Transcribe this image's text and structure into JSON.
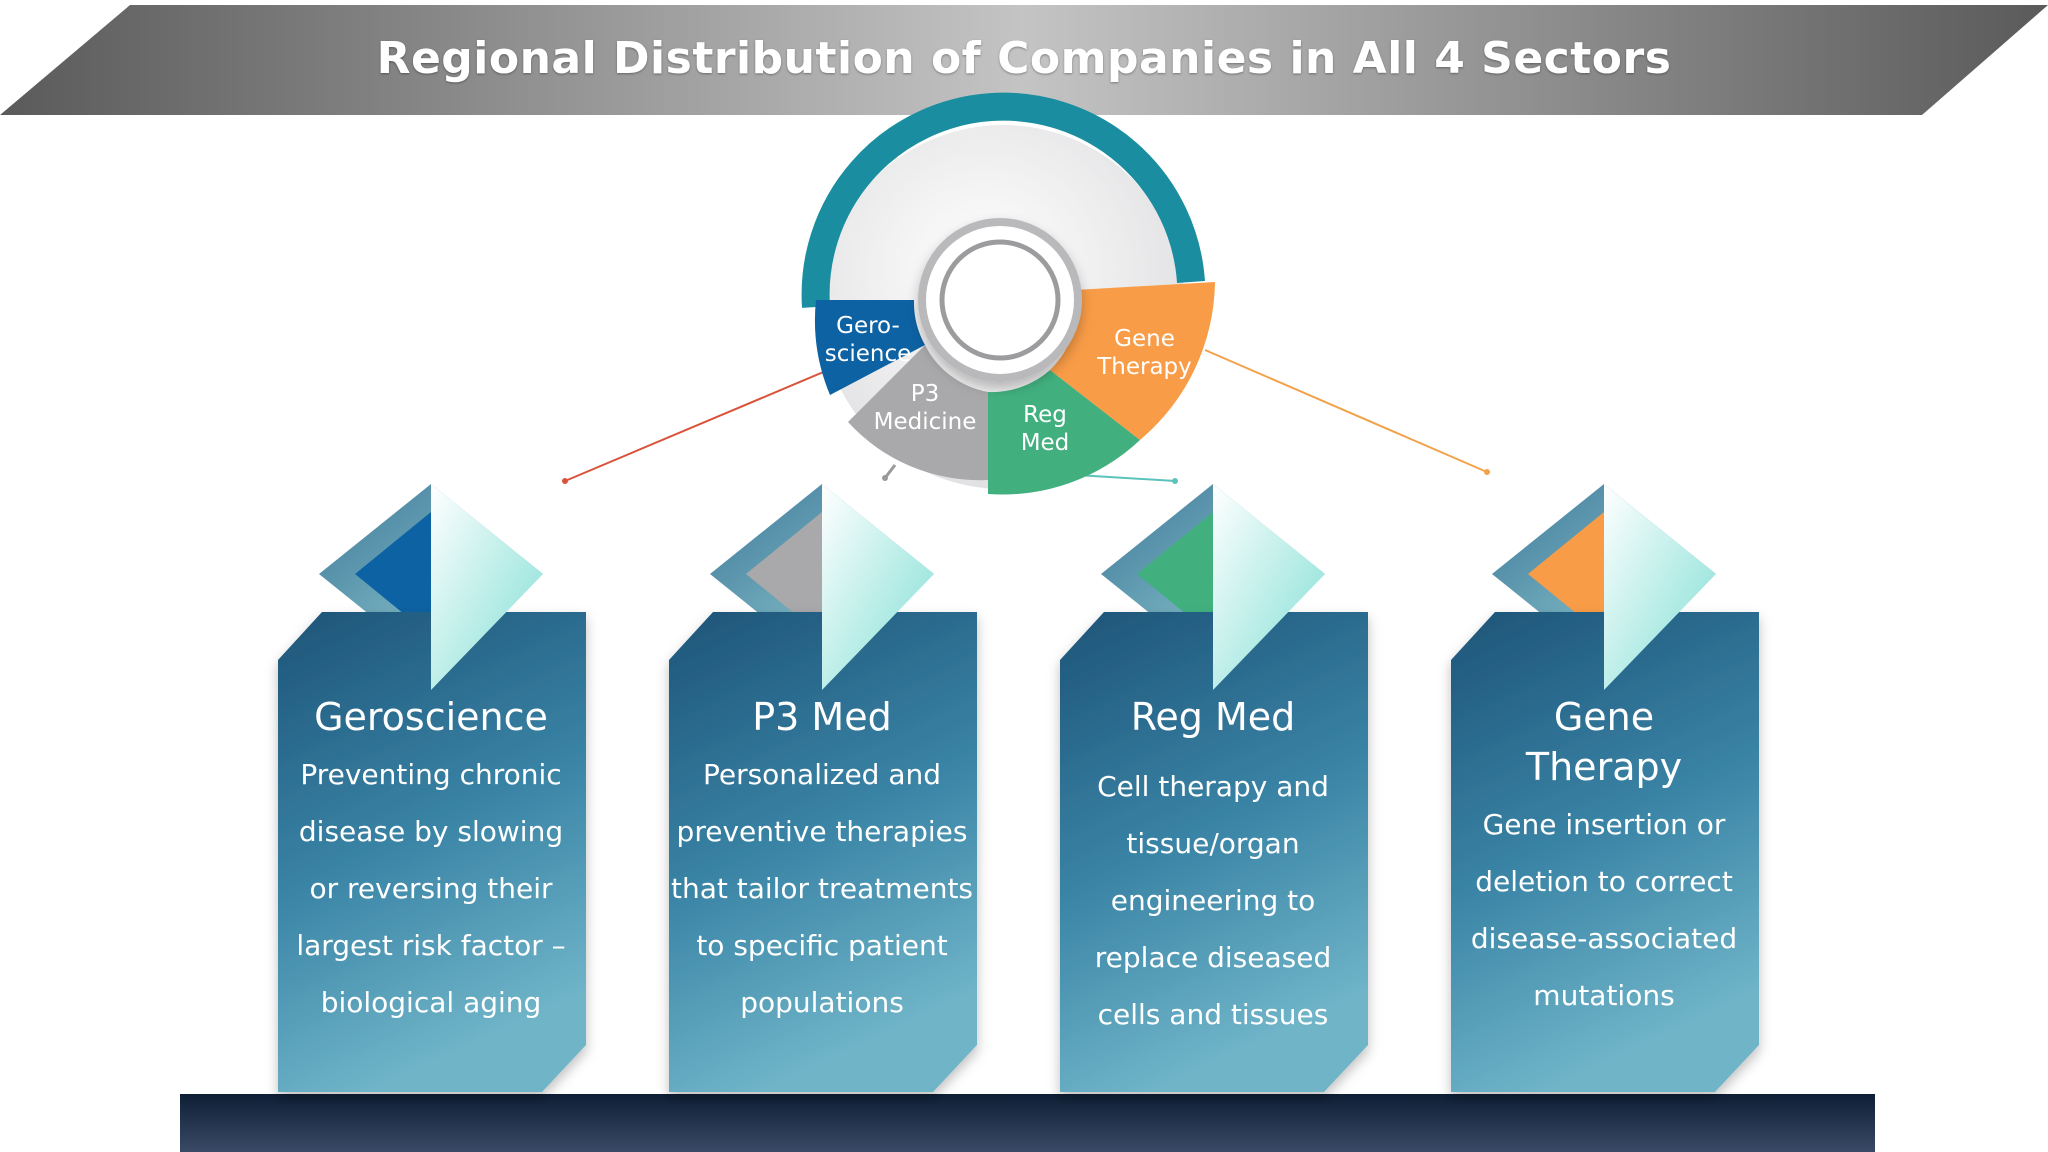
{
  "title": "Regional Distribution of Companies in All 4 Sectors",
  "wheel": {
    "segments": [
      {
        "line1": "Gero-",
        "line2": "science",
        "color": "#0d62a3"
      },
      {
        "line1": "P3",
        "line2": "Medicine",
        "color": "#a9a9ab"
      },
      {
        "line1": "Reg",
        "line2": "Med",
        "color": "#41b07e"
      },
      {
        "line1": "Gene",
        "line2": "Therapy",
        "color": "#f99c47"
      }
    ],
    "ring_color": "#1a8ea0"
  },
  "cards": [
    {
      "title": "Geroscience",
      "description": [
        "Preventing chronic",
        "disease by slowing",
        "or reversing their",
        "largest risk factor –",
        "biological aging"
      ],
      "accent": "#0d62a3",
      "line_color": "#d9533a"
    },
    {
      "title": "P3 Med",
      "description": [
        "Personalized and",
        "preventive therapies",
        "that tailor treatments",
        "to specific patient",
        "populations"
      ],
      "accent": "#a9a9ab",
      "line_color": "#9a9a9a"
    },
    {
      "title": "Reg Med",
      "description": [
        "Cell therapy and",
        "tissue/organ",
        "engineering to",
        "replace diseased",
        "cells and tissues"
      ],
      "accent": "#41b07e",
      "line_color": "#5cc3bc"
    },
    {
      "title": "Gene",
      "title2": "Therapy",
      "description": [
        "Gene insertion or",
        "deletion to correct",
        "disease-associated",
        "mutations"
      ],
      "accent": "#f99c47",
      "line_color": "#f2a24a"
    }
  ]
}
